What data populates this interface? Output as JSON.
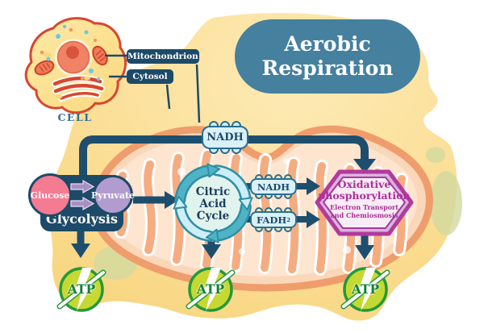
{
  "title": {
    "line1": "Aerobic",
    "line2": "Respiration"
  },
  "cell": {
    "caption": "CELL",
    "labels": {
      "mitochondrion": "Mitochondrion",
      "cytosol": "Cytosol"
    }
  },
  "glycolysis": {
    "label": "Glycolysis",
    "glucose": "Glucose",
    "pyruvate": "Pyruvate"
  },
  "carriers": {
    "nadh_top": "NADH",
    "nadh_mid": "NADH",
    "fadh2_base": "FADH",
    "fadh2_sub": "2"
  },
  "citric_cycle": {
    "line1": "Citric",
    "line2": "Acid",
    "line3": "Cycle"
  },
  "oxphos": {
    "title_line1": "Oxidative",
    "title_line2": "phosphorylation",
    "subtitle_line1": "Electron Transport",
    "subtitle_line2": "and Chemiosmosis"
  },
  "atp": {
    "label": "ATP"
  },
  "colors": {
    "navy": "#1e4e6e",
    "banner_teal": "#45809f",
    "badge_blue": "#d9f1f9",
    "glucose_pink": "#f47b92",
    "pyruvate_purple": "#b29ccf",
    "glycolysis_navy": "#1d4a68",
    "atp_green_fill": "#c6d832",
    "atp_green_border": "#23993b",
    "atp_text_green": "#11813a",
    "oxphos_magenta": "#b23a9c",
    "mitochondrion_orange": "#ef9d6c",
    "background_yellow": "#fbdf97",
    "cell_membrane_red": "#d8472f",
    "citric_teal": "#4fb3c5"
  }
}
